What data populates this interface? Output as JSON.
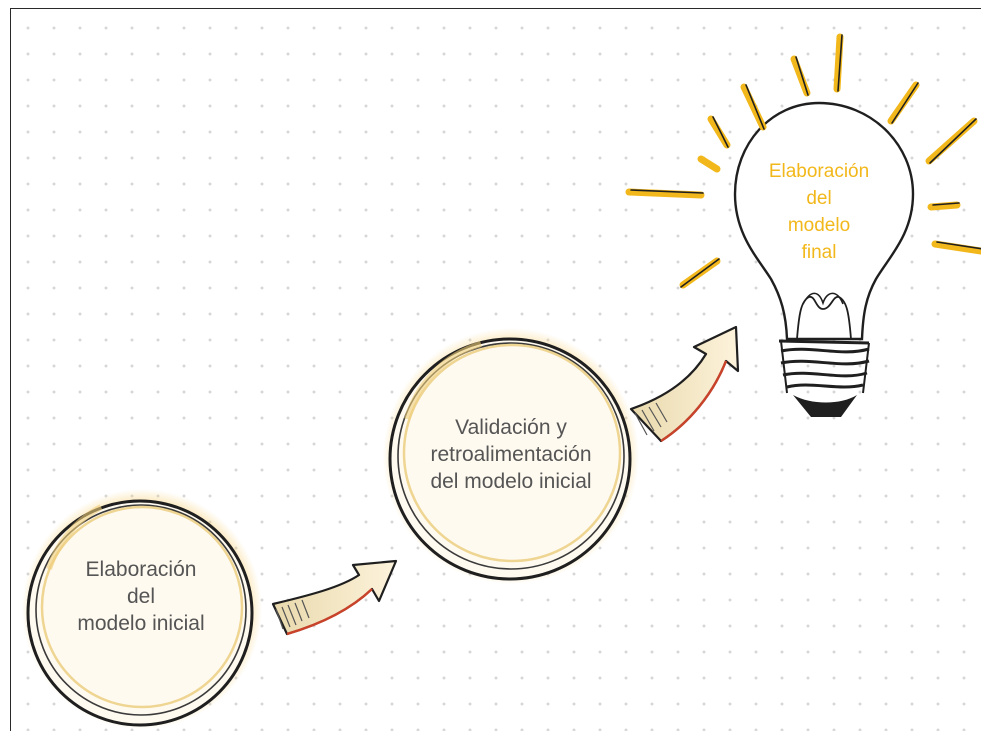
{
  "steps": [
    {
      "lines": [
        "Elaboración",
        "del",
        "modelo inicial"
      ]
    },
    {
      "lines": [
        "Validación y",
        "retroalimentación",
        "del modelo inicial"
      ]
    },
    {
      "lines": [
        "Elaboración",
        "del",
        "modelo",
        "final"
      ]
    }
  ],
  "colors": {
    "text_dark": "#555555",
    "accent_gold": "#f2b81b",
    "ink": "#1f1f1f",
    "arrow_fill": "#fdf1d4",
    "arrow_edge": "#c9432a"
  },
  "icons": [
    "circle-step",
    "sketch-arrow",
    "lightbulb-icon"
  ]
}
